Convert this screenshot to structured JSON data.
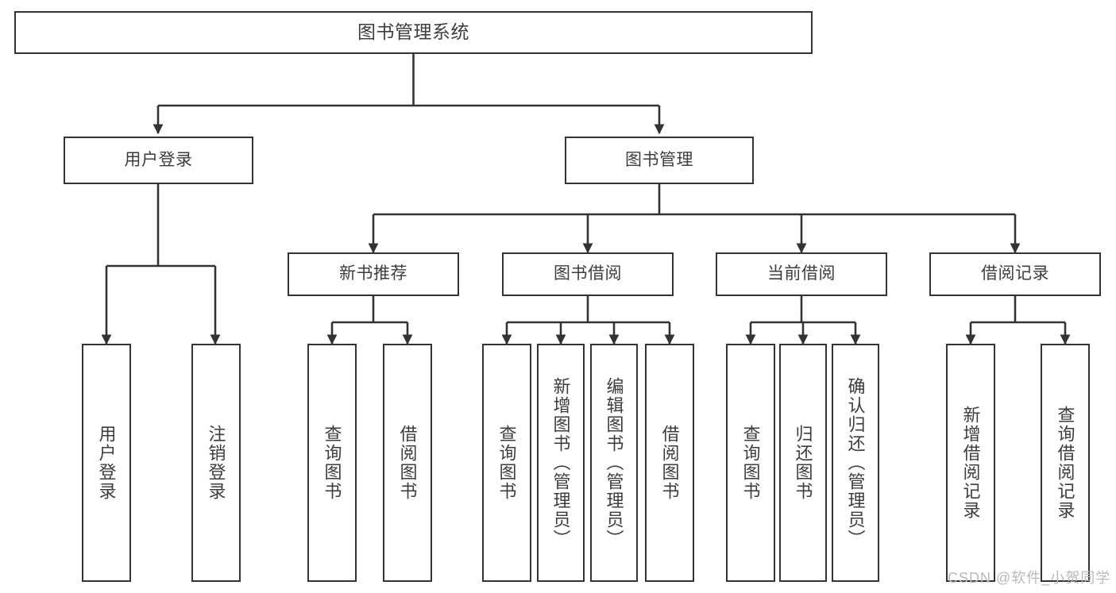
{
  "diagram": {
    "type": "tree-hierarchy-functional-decomposition",
    "root": {
      "id": "root",
      "label": "图书管理系统"
    },
    "level2": [
      {
        "id": "user-login",
        "label": "用户登录"
      },
      {
        "id": "book-management",
        "label": "图书管理"
      }
    ],
    "level3": [
      {
        "id": "new-book-recommend",
        "label": "新书推荐",
        "parent": "book-management"
      },
      {
        "id": "book-borrow",
        "label": "图书借阅",
        "parent": "book-management"
      },
      {
        "id": "current-borrow",
        "label": "当前借阅",
        "parent": "book-management"
      },
      {
        "id": "borrow-record",
        "label": "借阅记录",
        "parent": "book-management"
      }
    ],
    "leaves": [
      {
        "id": "leaf-user-login",
        "label": "用户登录",
        "parent": "user-login"
      },
      {
        "id": "leaf-logout-login",
        "label": "注销登录",
        "parent": "user-login"
      },
      {
        "id": "leaf-query-book-1",
        "label": "查询图书",
        "parent": "new-book-recommend"
      },
      {
        "id": "leaf-borrow-book-1",
        "label": "借阅图书",
        "parent": "new-book-recommend"
      },
      {
        "id": "leaf-query-book-2",
        "label": "查询图书",
        "parent": "book-borrow"
      },
      {
        "id": "leaf-add-book",
        "label": "新增图书（管理员）",
        "parent": "book-borrow"
      },
      {
        "id": "leaf-edit-book",
        "label": "编辑图书（管理员）",
        "parent": "book-borrow"
      },
      {
        "id": "leaf-borrow-book-2",
        "label": "借阅图书",
        "parent": "book-borrow"
      },
      {
        "id": "leaf-query-book-3",
        "label": "查询图书",
        "parent": "current-borrow"
      },
      {
        "id": "leaf-return-book",
        "label": "归还图书",
        "parent": "current-borrow"
      },
      {
        "id": "leaf-confirm-return",
        "label": "确认归还（管理员）",
        "parent": "current-borrow"
      },
      {
        "id": "leaf-add-borrow-record",
        "label": "新增借阅记录",
        "parent": "borrow-record"
      },
      {
        "id": "leaf-query-borrow-record",
        "label": "查询借阅记录",
        "parent": "borrow-record"
      }
    ],
    "colors": {
      "box_border": "#333333",
      "box_fill": "#ffffff",
      "connector": "#333333",
      "text": "#3d3d3d",
      "watermark": "#b9b9b9",
      "background": "#ffffff"
    }
  },
  "watermark": {
    "text": "CSDN @软件_小贺同学"
  }
}
